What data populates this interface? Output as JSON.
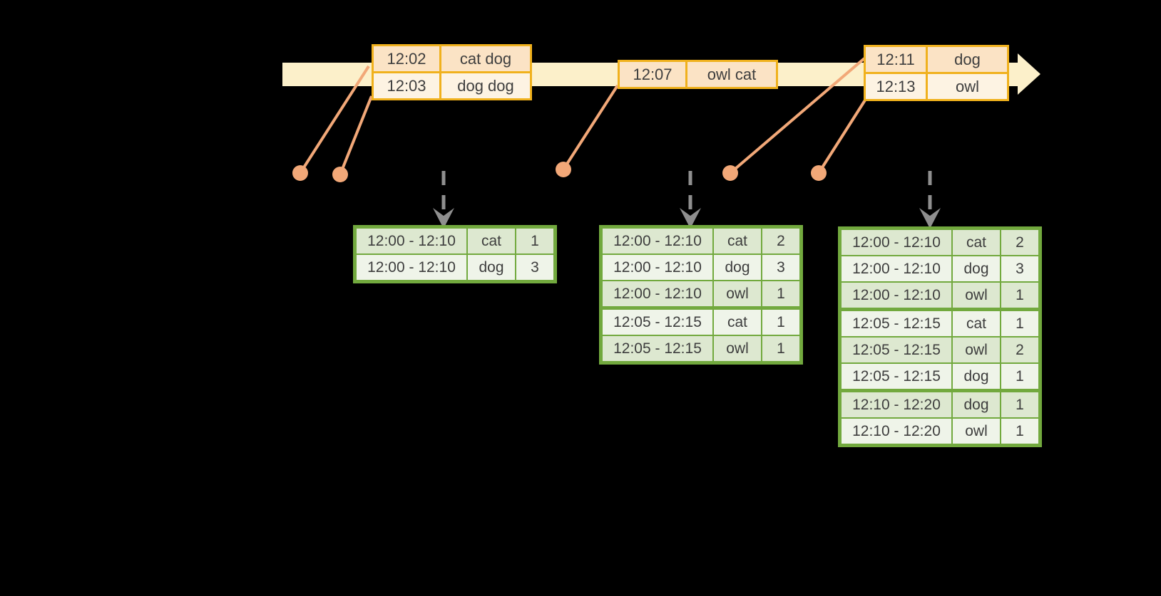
{
  "colors": {
    "background": "#000000",
    "timeline_fill": "#fcf0ca",
    "event_table_border": "#f0b11d",
    "event_row_fill": "#fbe3c5",
    "event_row_alt_fill": "#fdf3e3",
    "result_table_border": "#72a93e",
    "result_row_fill": "#dde8d0",
    "result_row_alt_fill": "#eff4e9",
    "connector_orange": "#f2a878",
    "trigger_arrow_gray": "#8f8f8f",
    "text": "#3e3e3e"
  },
  "event_tables": [
    {
      "rows": [
        {
          "time": "12:02",
          "words": "cat dog"
        },
        {
          "time": "12:03",
          "words": "dog dog"
        }
      ]
    },
    {
      "rows": [
        {
          "time": "12:07",
          "words": "owl cat"
        }
      ]
    },
    {
      "rows": [
        {
          "time": "12:11",
          "words": "dog"
        },
        {
          "time": "12:13",
          "words": "owl"
        }
      ]
    }
  ],
  "result_tables": [
    {
      "rows": [
        {
          "window": "12:00 - 12:10",
          "word": "cat",
          "count": "1"
        },
        {
          "window": "12:00 - 12:10",
          "word": "dog",
          "count": "3"
        }
      ]
    },
    {
      "rows": [
        {
          "window": "12:00 - 12:10",
          "word": "cat",
          "count": "2"
        },
        {
          "window": "12:00 - 12:10",
          "word": "dog",
          "count": "3"
        },
        {
          "window": "12:00 - 12:10",
          "word": "owl",
          "count": "1"
        },
        {
          "window": "12:05 - 12:15",
          "word": "cat",
          "count": "1"
        },
        {
          "window": "12:05 - 12:15",
          "word": "owl",
          "count": "1"
        }
      ]
    },
    {
      "rows": [
        {
          "window": "12:00 - 12:10",
          "word": "cat",
          "count": "2"
        },
        {
          "window": "12:00 - 12:10",
          "word": "dog",
          "count": "3"
        },
        {
          "window": "12:00 - 12:10",
          "word": "owl",
          "count": "1"
        },
        {
          "window": "12:05 - 12:15",
          "word": "cat",
          "count": "1"
        },
        {
          "window": "12:05 - 12:15",
          "word": "owl",
          "count": "2"
        },
        {
          "window": "12:05 - 12:15",
          "word": "dog",
          "count": "1"
        },
        {
          "window": "12:10 - 12:20",
          "word": "dog",
          "count": "1"
        },
        {
          "window": "12:10 - 12:20",
          "word": "owl",
          "count": "1"
        }
      ]
    }
  ]
}
